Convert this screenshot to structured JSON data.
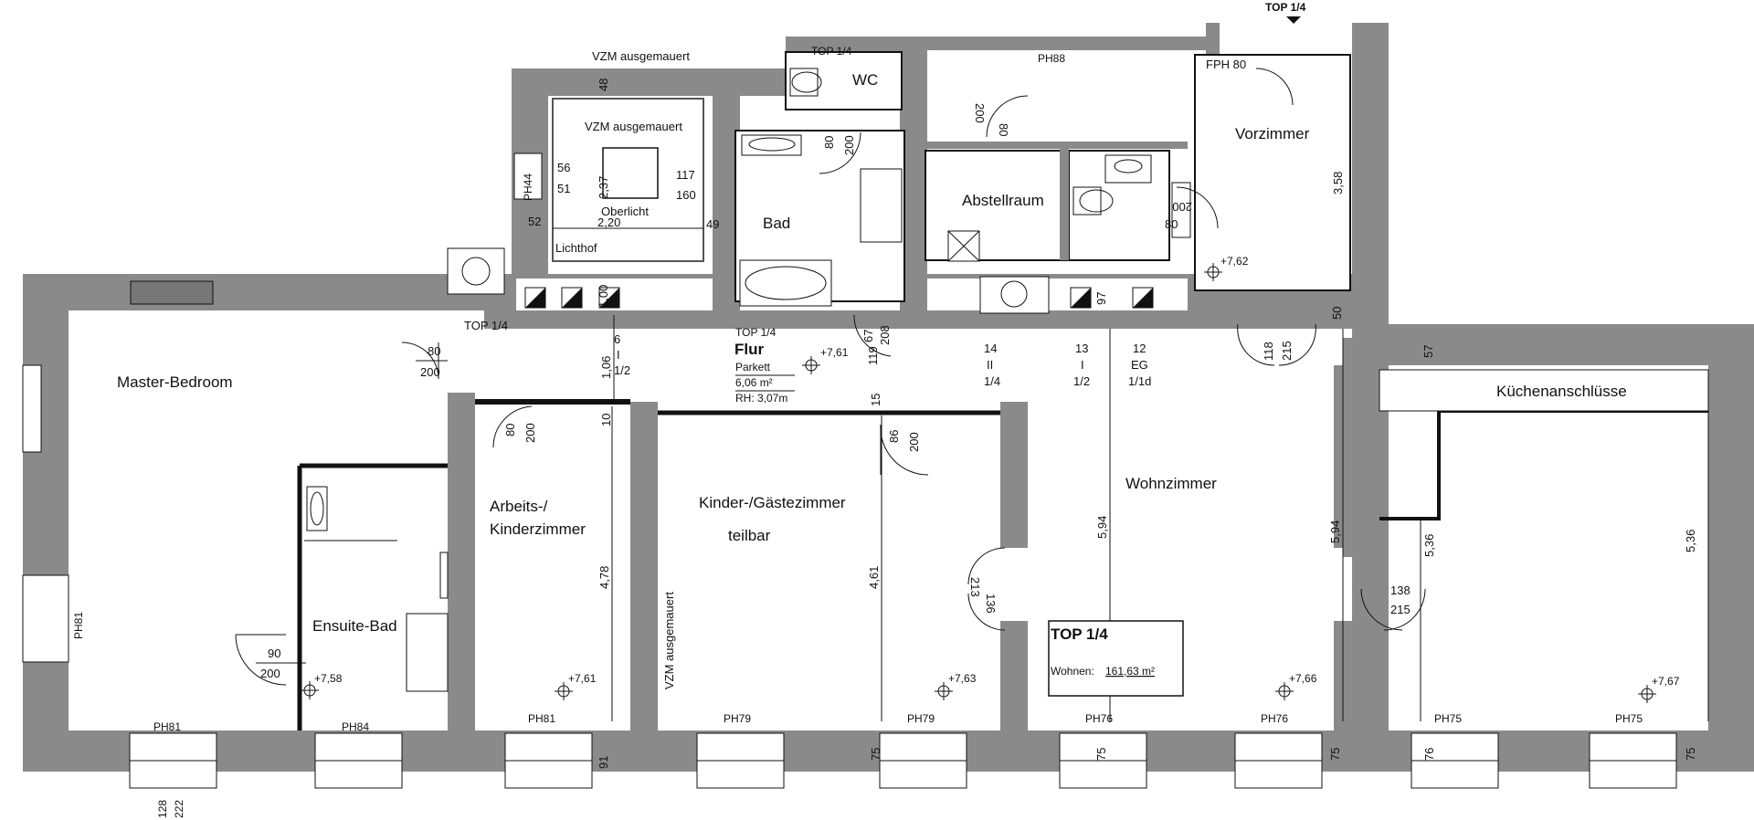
{
  "plan": {
    "unit_label": "TOP 1/4",
    "rooms": {
      "master_bedroom": "Master-Bedroom",
      "ensuite_bath": "Ensuite-Bad",
      "study_line1": "Arbeits-/",
      "study_line2": "Kinderzimmer",
      "guest_line1": "Kinder-/Gästezimmer",
      "guest_line2": "teilbar",
      "living": "Wohnzimmer",
      "kitchen": "Küchenanschlüsse",
      "hall_title": "Flur",
      "hall_floor": "Parkett",
      "hall_area": "6,06 m²",
      "hall_height": "RH: 3,07m",
      "hall_unit": "TOP 1/4",
      "bath": "Bad",
      "wc": "WC",
      "storage": "Abstellraum",
      "anteroom": "Vorzimmer",
      "lightwell": "Lichthof",
      "skylight": "Oberlicht"
    },
    "summary_box": {
      "title": "TOP 1/4",
      "label": "Wohnen:",
      "value": "161,63 m²"
    },
    "notes": {
      "vzm1": "VZM ausgemauert",
      "vzm2": "VZM ausgemauert",
      "vzm3": "VZM ausgemauert",
      "fph": "FPH 80",
      "top_entry": "TOP 1/4",
      "top_hall_left": "TOP 1/4",
      "top_small": "TOP 1/4"
    },
    "levels": {
      "lv_hall": "+7,61",
      "lv_anteroom": "+7,62",
      "lv_ensuite": "+7,58",
      "lv_study": "+7,61",
      "lv_guest": "+7,63",
      "lv_living": "+7,66",
      "lv_kitchen": "+7,67"
    },
    "parapet": {
      "ph81a": "PH81",
      "ph84": "PH84",
      "ph81b": "PH81",
      "ph79a": "PH79",
      "ph79b": "PH79",
      "ph76a": "PH76",
      "ph76b": "PH76",
      "ph75a": "PH75",
      "ph75b": "PH75",
      "ph88": "PH88",
      "ph44": "PH44",
      "ph81_side": "PH81"
    },
    "doors": {
      "d_master_w": "80",
      "d_master_h": "200",
      "d_study_w": "80",
      "d_study_h": "200",
      "d_guest_w": "86",
      "d_guest_h": "200",
      "d_ensuite_w": "90",
      "d_ensuite_h": "200",
      "d_bath_w": "80",
      "d_bath_h": "200",
      "d_store_w": "80",
      "d_store_h": "200",
      "d_ante_w": "80",
      "d_ante_h": "200",
      "d_living_w": "118",
      "d_living_h": "215",
      "d_kitchen_w": "138",
      "d_kitchen_h": "215",
      "d_guest2_w": "136",
      "d_guest2_h": "213"
    },
    "dimensions": {
      "h_study": "4,78",
      "h_guest": "4,61",
      "h_living": "5,94",
      "h_living2": "5,94",
      "h_kitchen": "5,36",
      "h_kitchen_r": "5,36",
      "h_ante": "3,58",
      "lw_w": "2,20",
      "lw_h": "2,37",
      "lw_56": "56",
      "lw_51": "51",
      "lw_117": "117",
      "lw_160": "160",
      "lw_52": "52",
      "lw_49": "49",
      "lw_48": "48",
      "hall_106": "1,06",
      "hall_10": "10",
      "hall_100": "1,00",
      "d_15": "15",
      "d_97": "97",
      "d_50": "50",
      "d_57": "57",
      "d_91": "91",
      "d_75a": "75",
      "d_75b": "75",
      "d_75c": "75",
      "d_75d": "75",
      "d_76": "76",
      "d_67": "67",
      "d_119": "119",
      "d_208": "208",
      "ws_128": "128",
      "ws_222": "222"
    },
    "flat_labels": {
      "f14": "14",
      "f14b": "II",
      "f14c": "1/4",
      "f13": "13",
      "f13b": "I",
      "f13c": "1/2",
      "f12": "12",
      "f12b": "EG",
      "f12c": "1/1d",
      "f6": "6",
      "f6b": "I",
      "f6c": "1/2"
    }
  }
}
